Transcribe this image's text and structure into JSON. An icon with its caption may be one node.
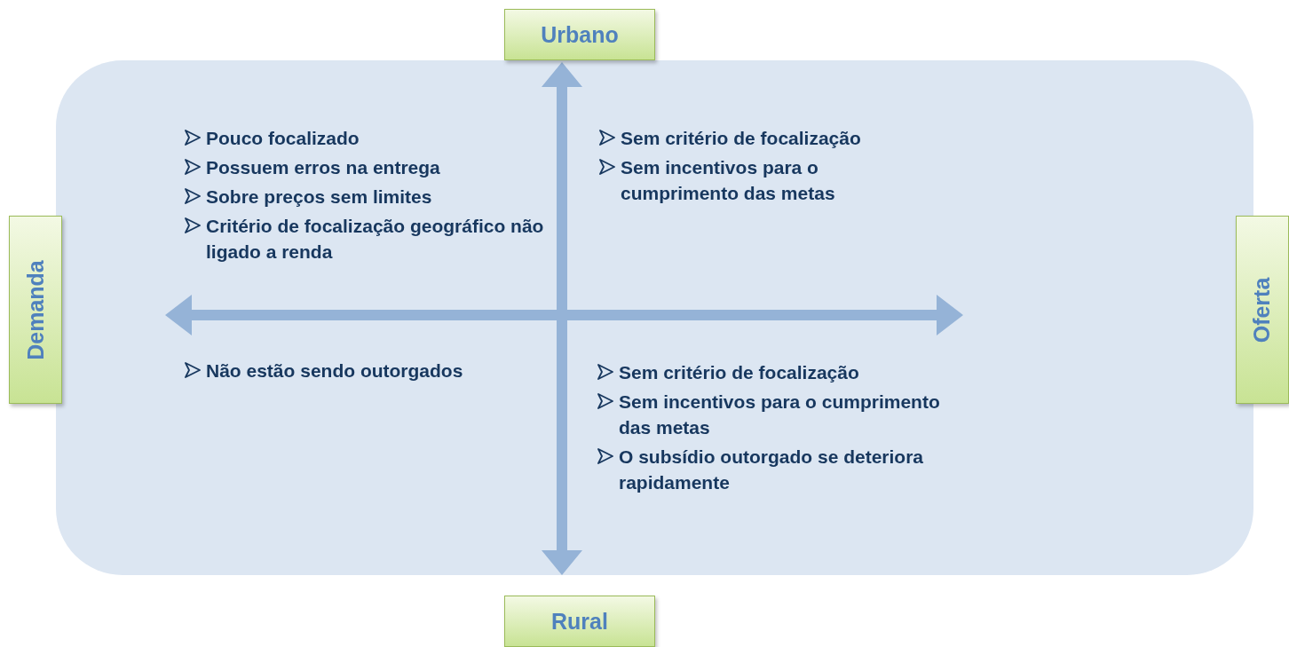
{
  "diagram": {
    "nodes": [
      {
        "text": [
          "Urbano"
        ]
      },
      {
        "text": [
          "Demanda"
        ]
      },
      {
        "text": [
          "Oferta"
        ]
      },
      {
        "text": [
          "Rural"
        ]
      }
    ],
    "labels": [
      "Pouco focalizado",
      "Possuem erros na entrega",
      "Sobre preços sem limites",
      "Critério de focalização geográfico não ligado a renda",
      "Sem critério de focalização",
      "Sem incentivos para o cumprimento das metas",
      "Não estão sendo outorgados",
      "Sem critério de focalização",
      "Sem incentivos para o cumprimento das metas",
      "O subsídio outorgado se deteriora rapidamente"
    ]
  }
}
